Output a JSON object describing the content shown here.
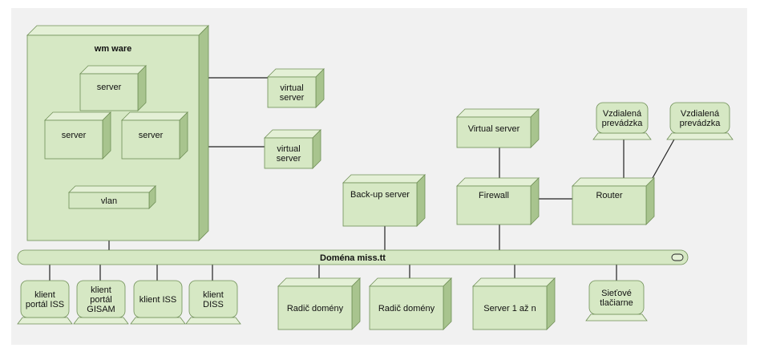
{
  "colors": {
    "face": "#d6e8c4",
    "top": "#e4f0d6",
    "side": "#a8c48e",
    "stroke": "#6f8f56",
    "line": "#222222",
    "background": "#f1f1f1"
  },
  "vmware": {
    "title": "wm ware"
  },
  "nodes": {
    "vm_server_top": [
      "server"
    ],
    "vm_server_left": [
      "server"
    ],
    "vm_server_right": [
      "server"
    ],
    "vlan": [
      "vlan"
    ],
    "virtual_server_1": [
      "virtual",
      "server"
    ],
    "virtual_server_2": [
      "virtual",
      "server"
    ],
    "backup_server": [
      "Back-up server"
    ],
    "virtual_server_top": [
      "Virtual server"
    ],
    "firewall": [
      "Firewall"
    ],
    "router": [
      "Router"
    ],
    "radic_1": [
      "Radič domény"
    ],
    "radic_2": [
      "Radič domény"
    ],
    "server_1n": [
      "Server 1 až n"
    ]
  },
  "terminals": {
    "remote_1": [
      "Vzdialená",
      "prevádzka"
    ],
    "remote_2": [
      "Vzdialená",
      "prevádzka"
    ],
    "klient_portal_iss": [
      "klient",
      "portál ISS"
    ],
    "klient_portal_gisam": [
      "klient",
      "portál",
      "GISAM"
    ],
    "klient_iss": [
      "klient ISS"
    ],
    "klient_diss": [
      "klient",
      "DISS"
    ],
    "sietove_tlaciarne": [
      "Sieťové",
      "tlačiarne"
    ]
  },
  "bus": {
    "label": "Doména miss.tt"
  }
}
